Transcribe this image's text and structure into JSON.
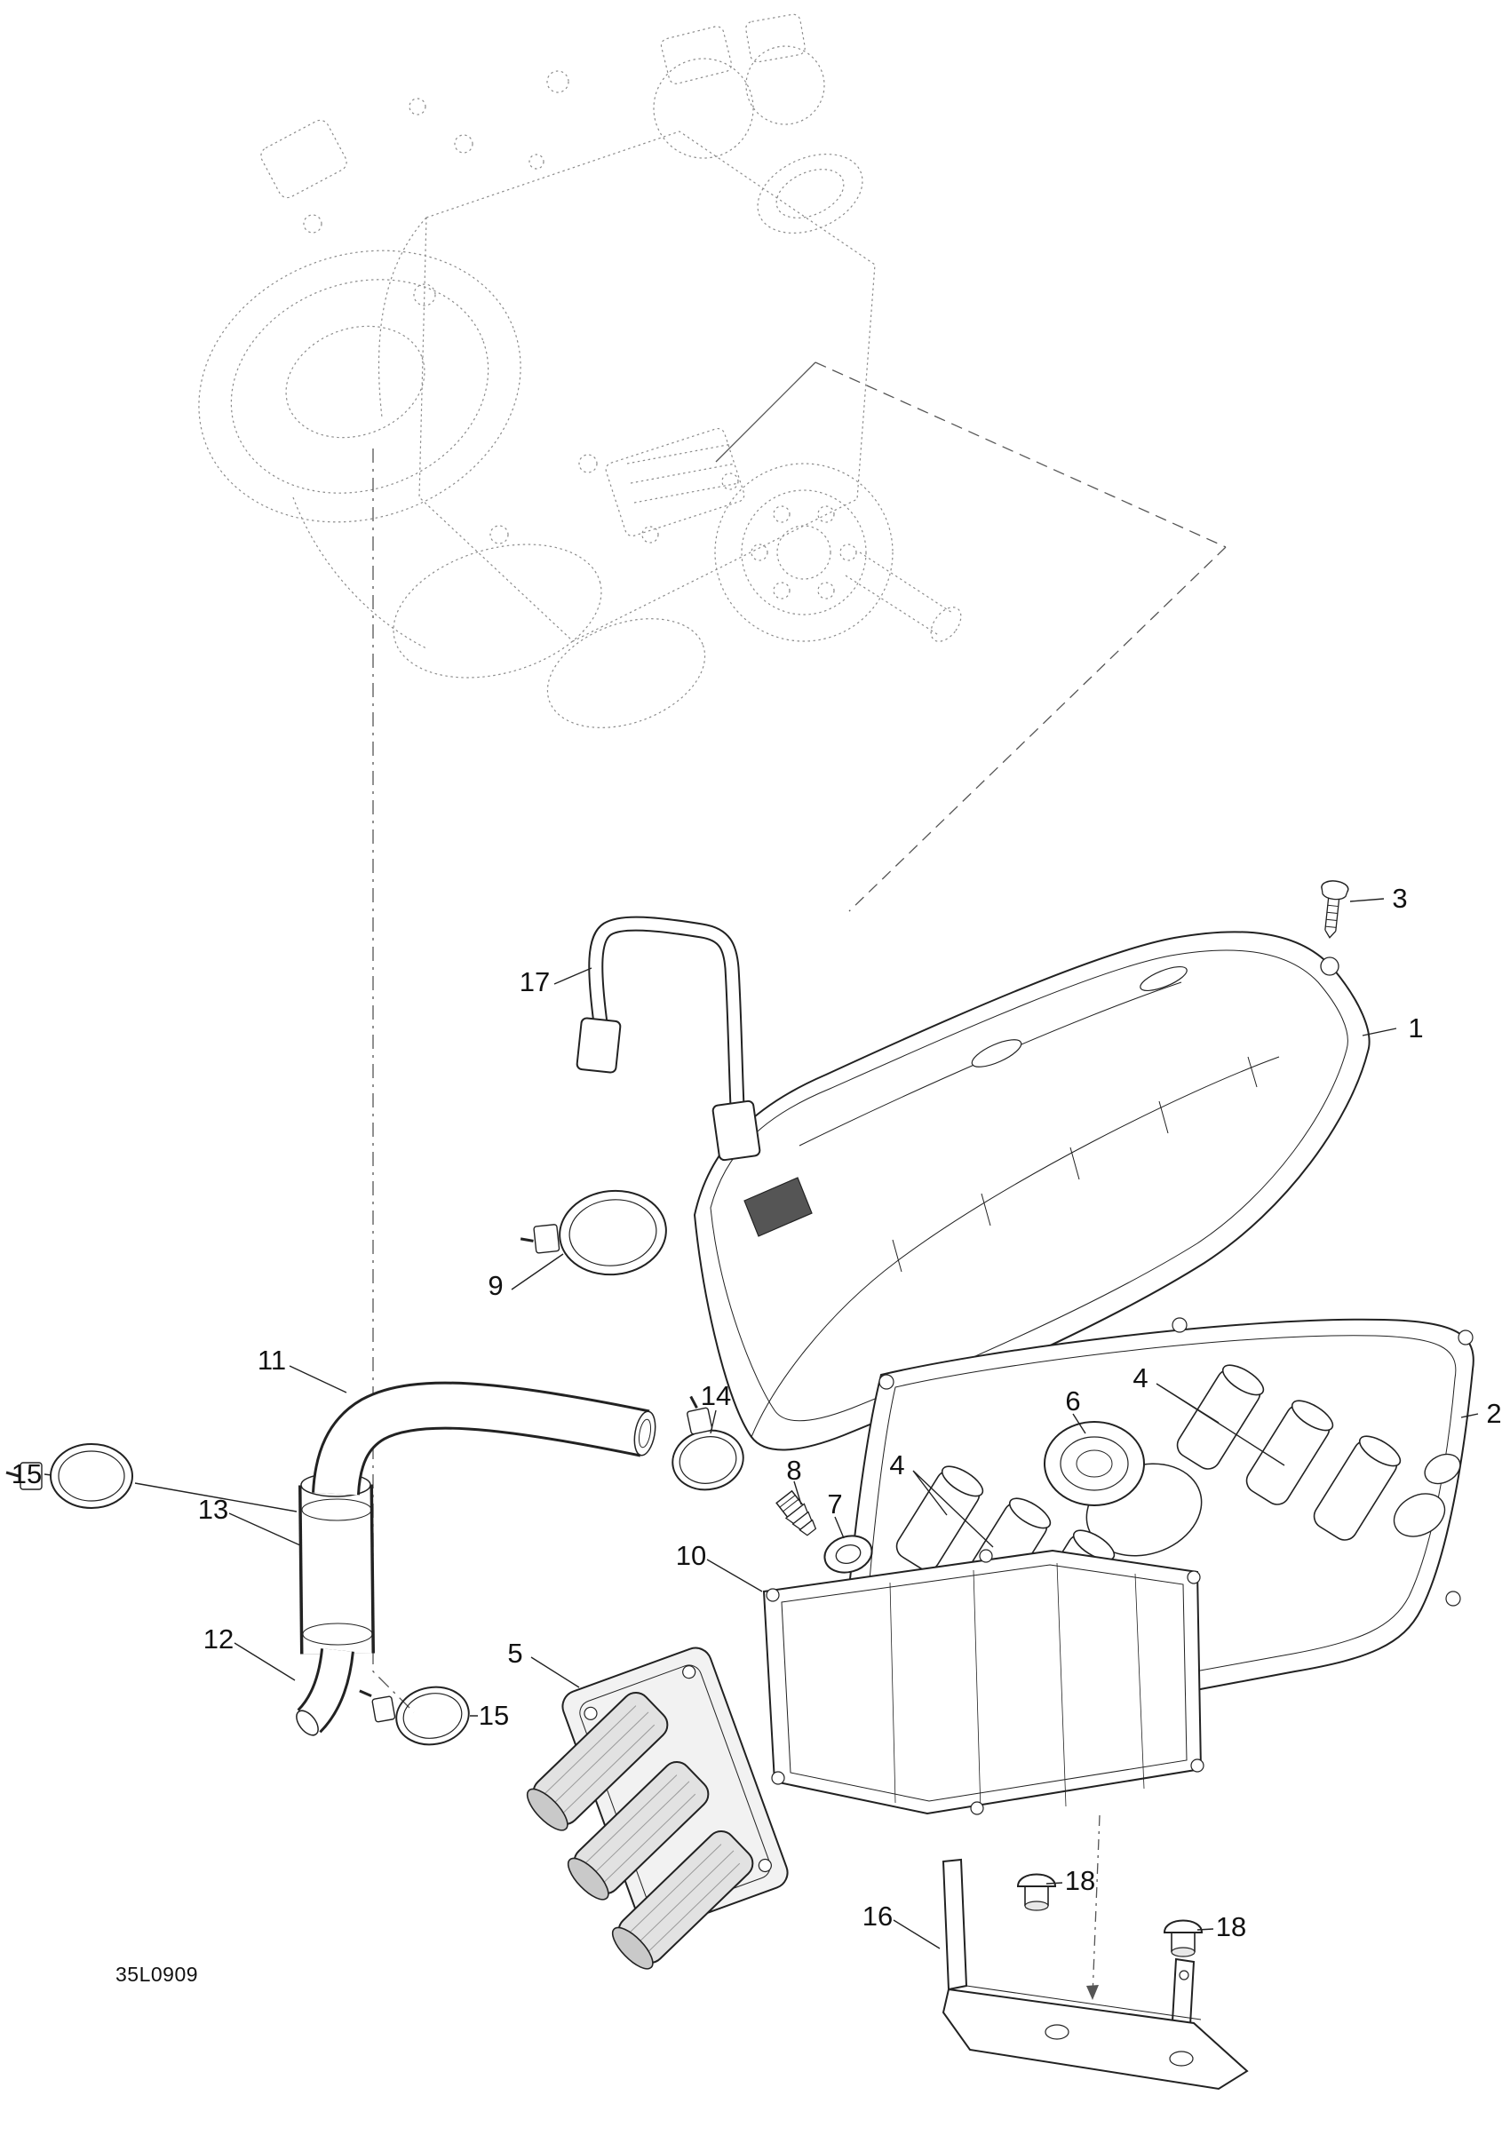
{
  "figure": {
    "code": "35L0909"
  },
  "callouts": [
    {
      "part": "1",
      "label": "1"
    },
    {
      "part": "2",
      "label": "2"
    },
    {
      "part": "3",
      "label": "3"
    },
    {
      "part": "4",
      "label": "4"
    },
    {
      "part": "4",
      "label": "4"
    },
    {
      "part": "5",
      "label": "5"
    },
    {
      "part": "6",
      "label": "6"
    },
    {
      "part": "7",
      "label": "7"
    },
    {
      "part": "8",
      "label": "8"
    },
    {
      "part": "9",
      "label": "9"
    },
    {
      "part": "10",
      "label": "10"
    },
    {
      "part": "11",
      "label": "11"
    },
    {
      "part": "12",
      "label": "12"
    },
    {
      "part": "13",
      "label": "13"
    },
    {
      "part": "14",
      "label": "14"
    },
    {
      "part": "15",
      "label": "15"
    },
    {
      "part": "15",
      "label": "15"
    },
    {
      "part": "16",
      "label": "16"
    },
    {
      "part": "17",
      "label": "17"
    },
    {
      "part": "18",
      "label": "18"
    },
    {
      "part": "18",
      "label": "18"
    }
  ]
}
